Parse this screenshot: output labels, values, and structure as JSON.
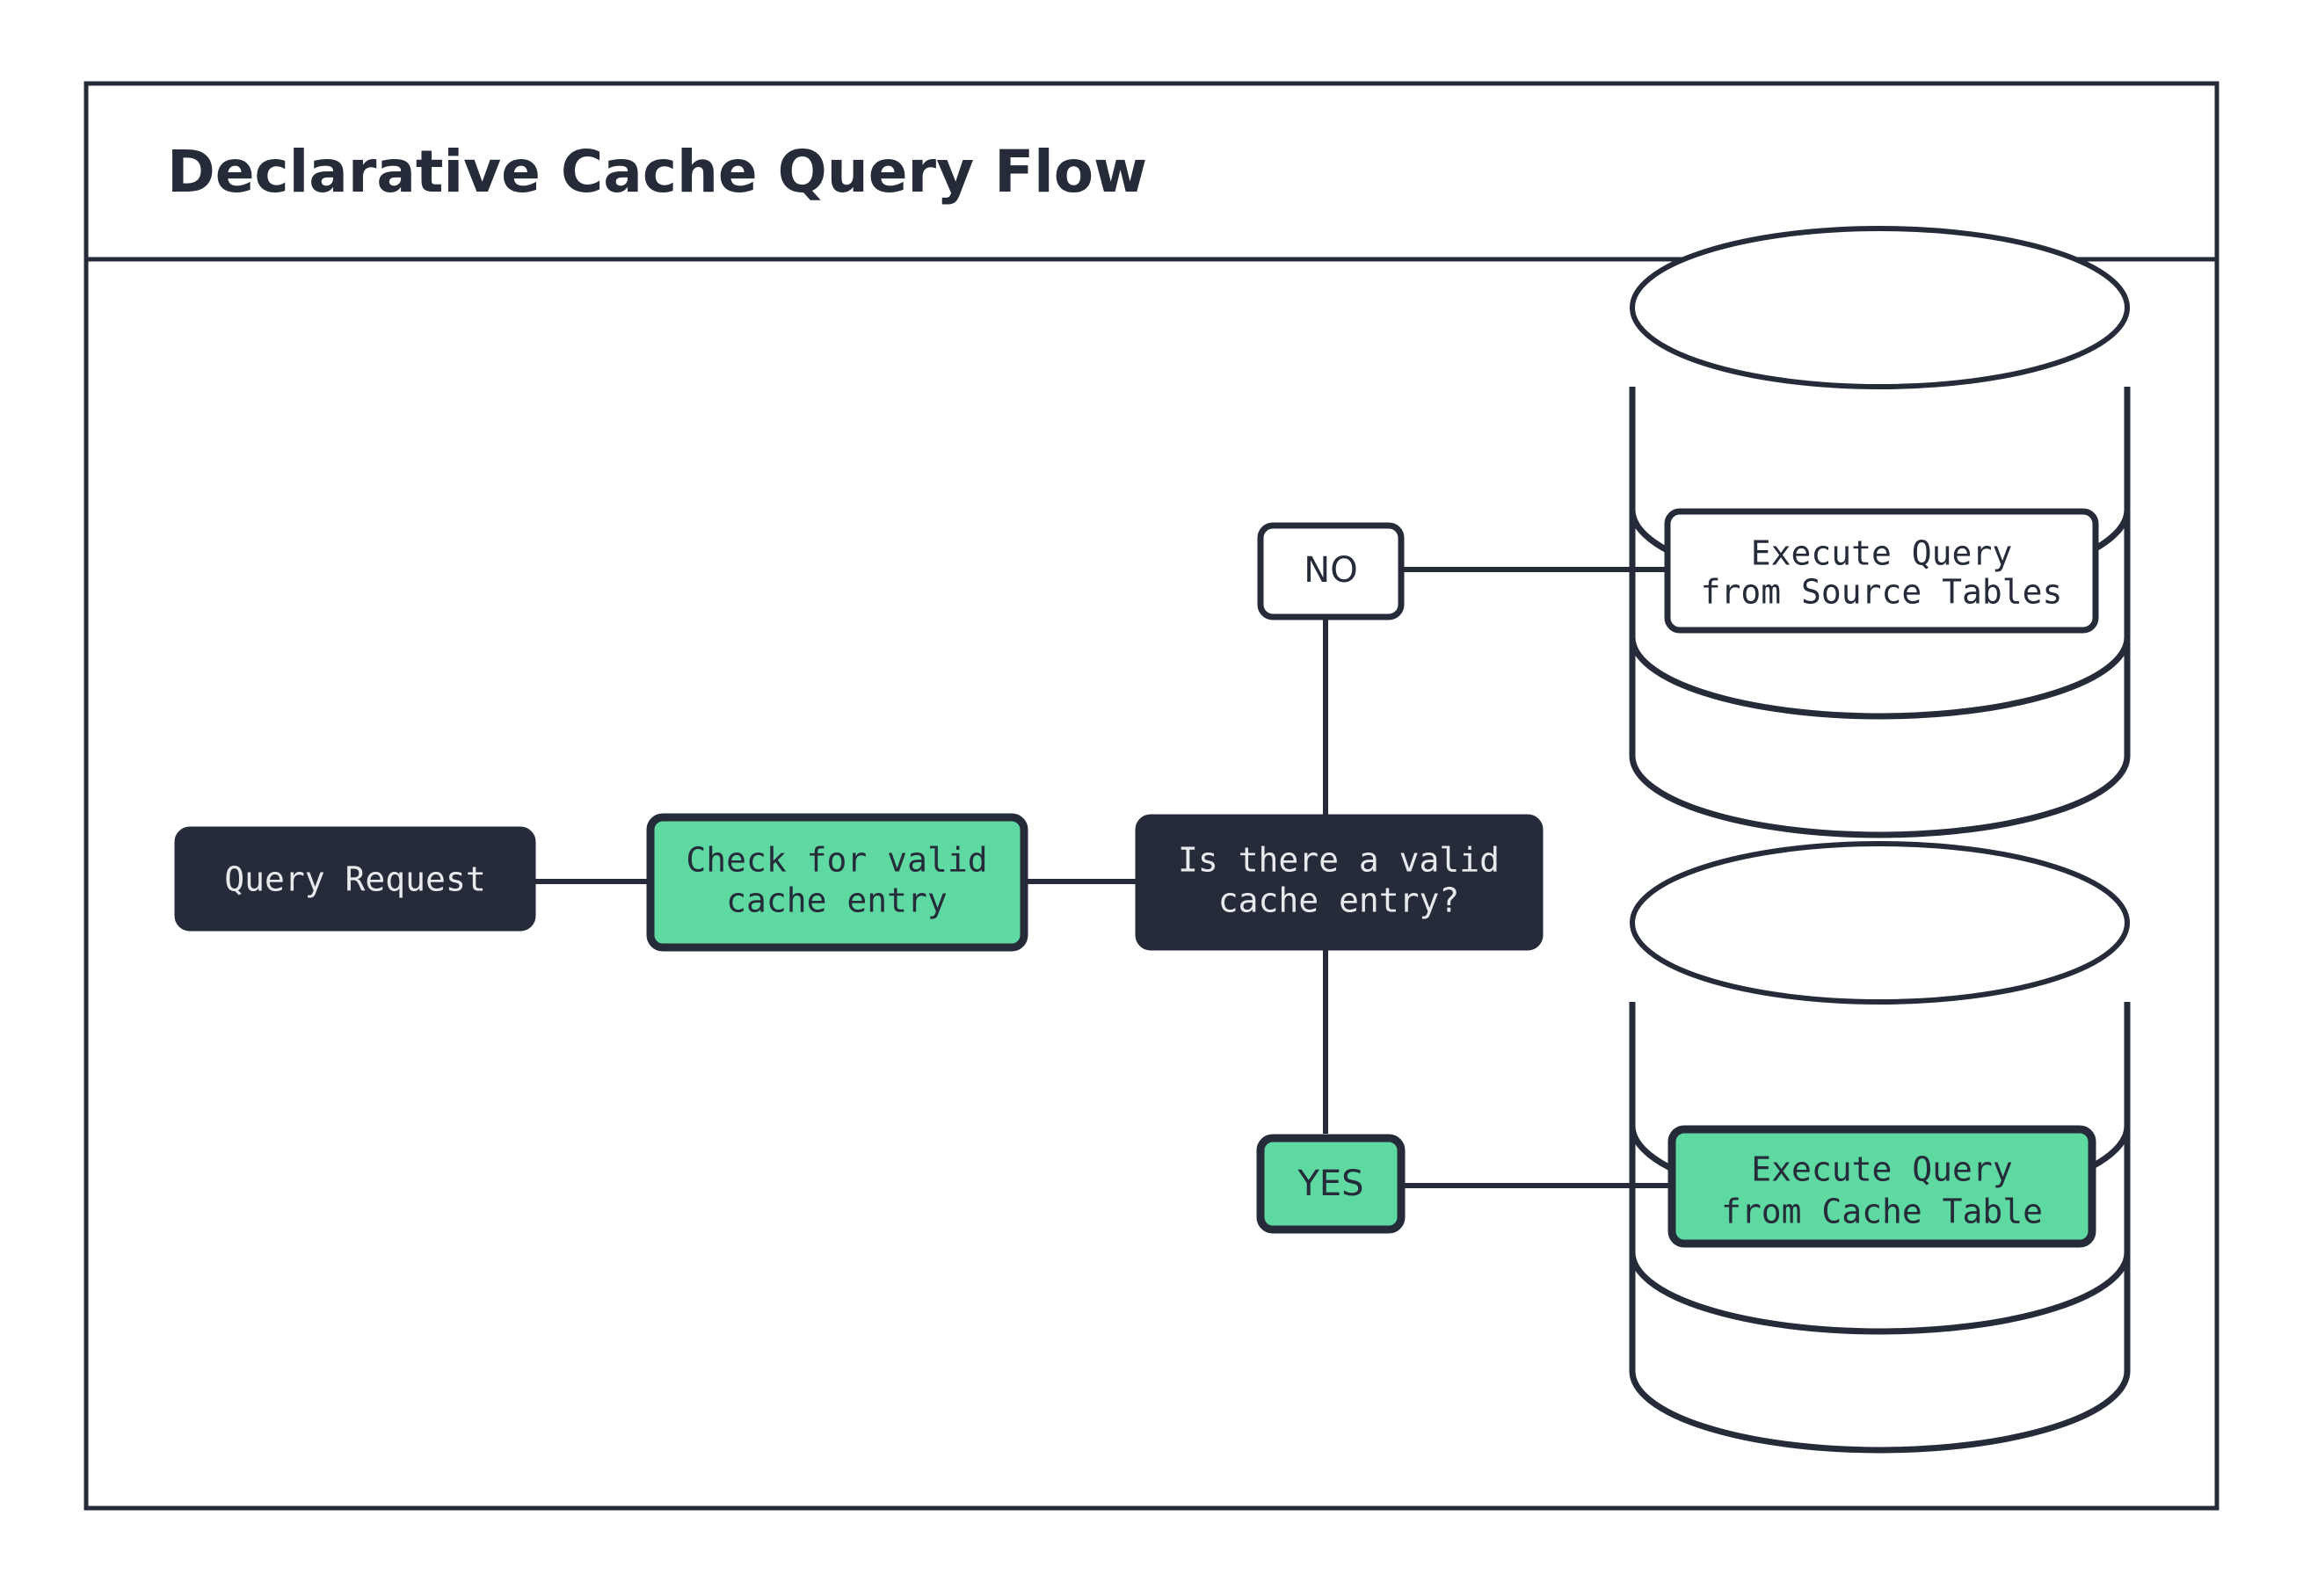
{
  "diagram": {
    "title": "Declarative Cache Query Flow",
    "theme": {
      "background": "#ffffff",
      "ink": "#262b3a",
      "accent_green": "#5ed9a1",
      "dark_fill": "#262b3a",
      "light_text": "#e8e9ed"
    },
    "nodes": [
      {
        "id": "query-request",
        "label_lines": [
          "Query Request"
        ],
        "style": "dark",
        "shape": "rounded-rect"
      },
      {
        "id": "check-cache",
        "label_lines": [
          "Check for valid",
          "cache entry"
        ],
        "style": "green",
        "shape": "rounded-rect"
      },
      {
        "id": "decision",
        "label_lines": [
          "Is there a valid",
          "cache entry?"
        ],
        "style": "dark",
        "shape": "rounded-rect"
      },
      {
        "id": "source-db",
        "label_lines": [
          "Execute Query",
          "from Source Tables"
        ],
        "style": "white",
        "shape": "database-cylinder"
      },
      {
        "id": "cache-db",
        "label_lines": [
          "Execute Query",
          "from Cache Table"
        ],
        "style": "green",
        "shape": "database-cylinder"
      }
    ],
    "edge_labels": [
      {
        "id": "no-branch",
        "text": "NO",
        "style": "white"
      },
      {
        "id": "yes-branch",
        "text": "YES",
        "style": "green"
      }
    ],
    "edges": [
      {
        "from": "query-request",
        "to": "check-cache"
      },
      {
        "from": "check-cache",
        "to": "decision"
      },
      {
        "from": "decision",
        "to": "no-branch"
      },
      {
        "from": "no-branch",
        "to": "source-db"
      },
      {
        "from": "decision",
        "to": "yes-branch"
      },
      {
        "from": "yes-branch",
        "to": "cache-db"
      }
    ]
  }
}
